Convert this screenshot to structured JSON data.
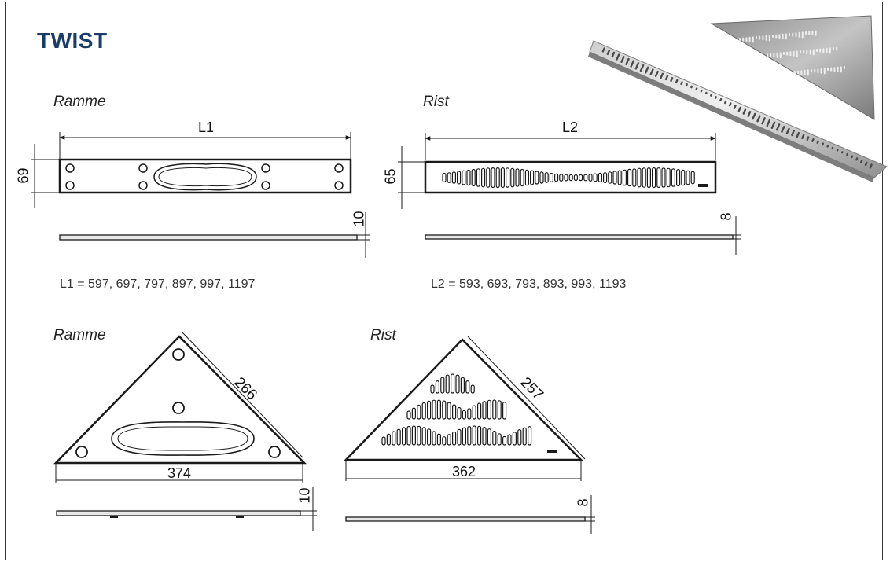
{
  "title": "TWIST",
  "colors": {
    "title": "#1c3b66",
    "line": "#1a1a1a",
    "steel_light": "#d8d8d8",
    "steel_dark": "#8a8a8a"
  },
  "linear": {
    "frame": {
      "label": "Ramme",
      "length_label": "L1",
      "width_label": "69",
      "thickness_label": "10",
      "lengths_text": "L1 = 597, 697, 797, 897, 997, 1197"
    },
    "grate": {
      "label": "Rist",
      "length_label": "L2",
      "width_label": "65",
      "thickness_label": "8",
      "lengths_text": "L2 = 593, 693, 793, 893, 993, 1193"
    }
  },
  "corner": {
    "frame": {
      "label": "Ramme",
      "base_label": "374",
      "side_label": "266",
      "thickness_label": "10"
    },
    "grate": {
      "label": "Rist",
      "base_label": "362",
      "side_label": "257",
      "thickness_label": "8"
    }
  },
  "photo": {
    "icon": "product-photo-icon"
  }
}
